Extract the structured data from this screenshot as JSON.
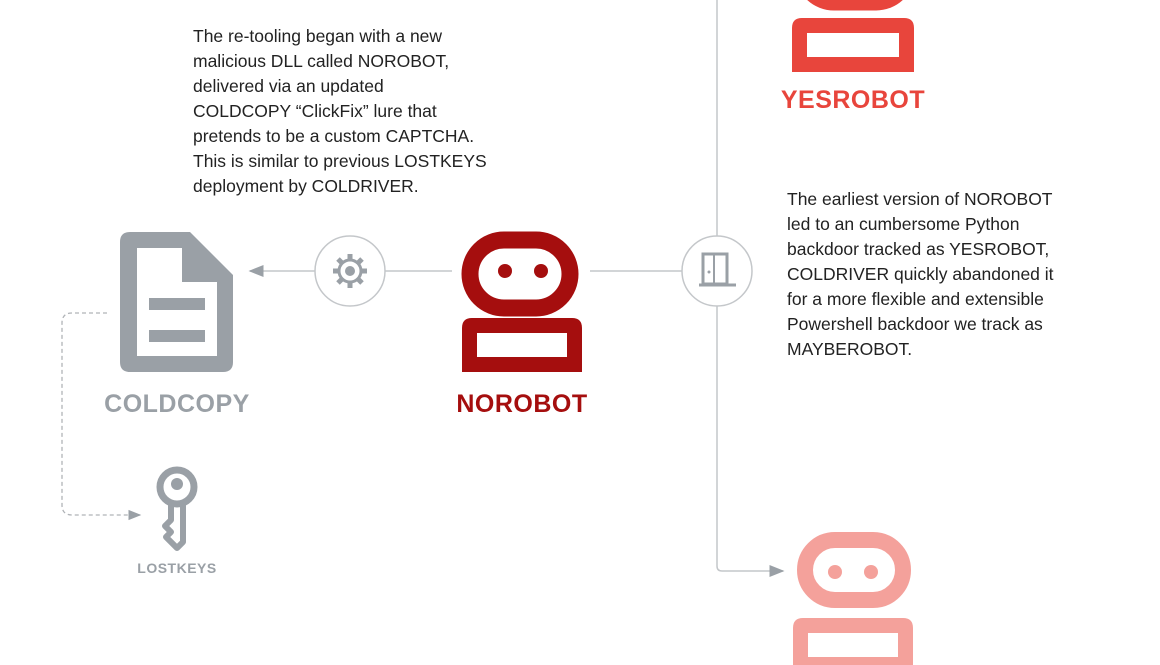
{
  "intro_text": {
    "lines": [
      "The re-tooling began with a new",
      "malicious DLL called NOROBOT,",
      "delivered via an updated",
      "COLDCOPY “ClickFix” lure that",
      "pretends to be a custom CAPTCHA.",
      "This is similar to previous LOSTKEYS",
      "deployment by COLDRIVER."
    ]
  },
  "evolution_text": {
    "lines": [
      "The earliest version of NOROBOT",
      "led to an cumbersome Python",
      "backdoor tracked as YESROBOT,",
      "COLDRIVER quickly abandoned it",
      "for a more flexible and extensible",
      "Powershell backdoor we track as",
      "MAYBEROBOT."
    ]
  },
  "nodes": {
    "coldcopy": {
      "label": "COLDCOPY",
      "icon": "document-icon",
      "color": "#9aa0a6"
    },
    "lostkeys": {
      "label": "LOSTKEYS",
      "icon": "key-icon",
      "color": "#9aa0a6"
    },
    "norobot": {
      "label": "NOROBOT",
      "icon": "robot-icon",
      "color": "#a50e0e"
    },
    "yesrobot": {
      "label": "YESROBOT",
      "icon": "robot-icon",
      "color": "#e8453c"
    },
    "maybe_robot": {
      "icon": "robot-icon",
      "color": "#f4a19b"
    }
  },
  "connectors": {
    "gear": {
      "icon": "gear-icon"
    },
    "door": {
      "icon": "door-icon"
    }
  }
}
